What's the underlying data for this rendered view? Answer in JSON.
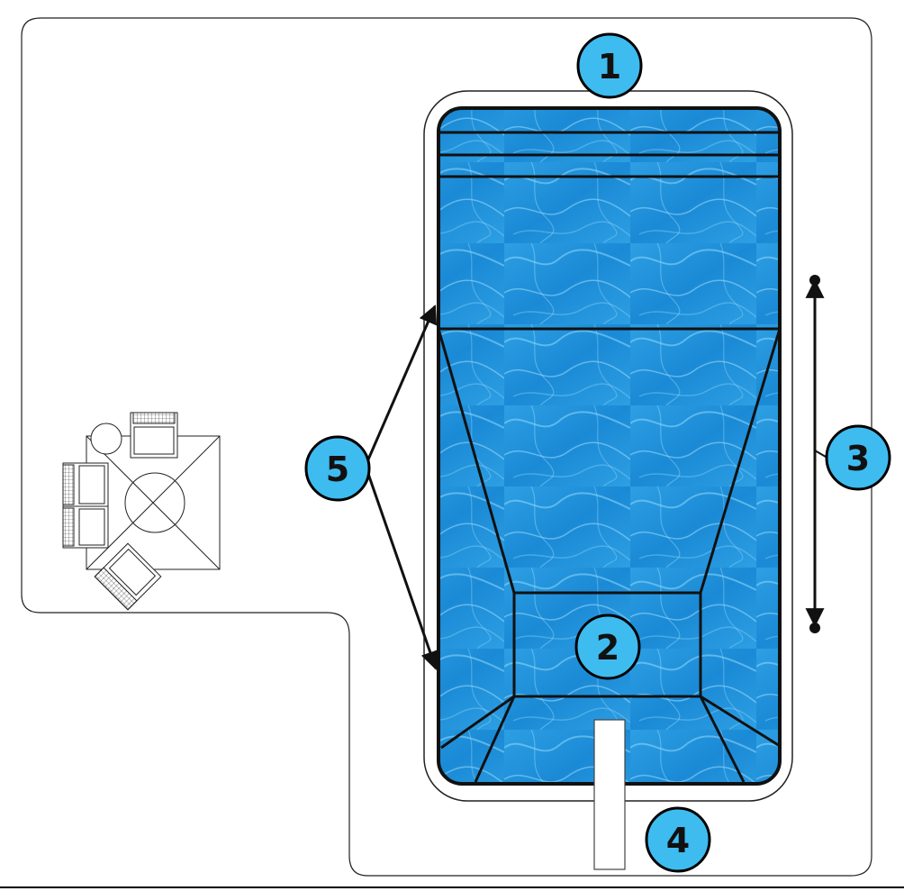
{
  "colors": {
    "outline": "#111111",
    "deck_stroke": "#222222",
    "water_light": "#6ec6f2",
    "water_mid": "#2d9fe3",
    "water_dark": "#0f73c6",
    "marker_fill": "#3ebcf0",
    "marker_stroke": "#000000",
    "bottom_rule": "#000000"
  },
  "markers": [
    {
      "id": "1",
      "label": "1",
      "feature": "steps"
    },
    {
      "id": "2",
      "label": "2",
      "feature": "deep-end-floor"
    },
    {
      "id": "3",
      "label": "3",
      "feature": "pool-length"
    },
    {
      "id": "4",
      "label": "4",
      "feature": "walkway"
    },
    {
      "id": "5",
      "label": "5",
      "feature": "slope"
    }
  ],
  "icons": {
    "patio": "patio-table-chairs-icon",
    "marker": "numbered-circle-icon",
    "arrow": "arrowhead-icon"
  }
}
